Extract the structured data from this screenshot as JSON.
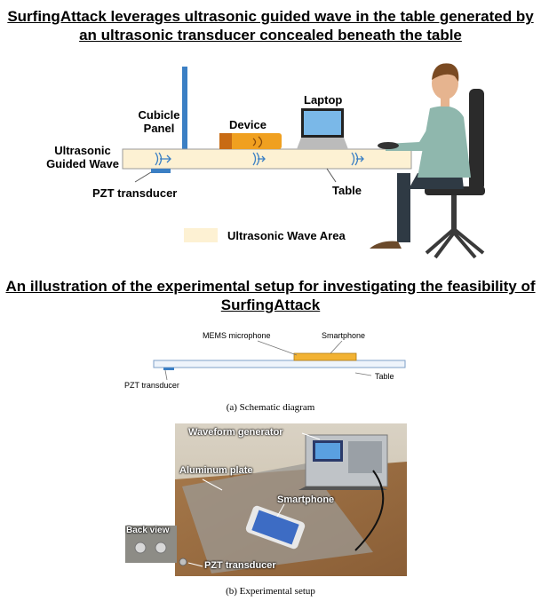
{
  "headings": {
    "top": "SurfingAttack leverages ultrasonic guided wave in the table generated by an ultrasonic transducer concealed beneath the table",
    "middle": "An illustration of the experimental setup for investigating the feasibility of SurfingAttack"
  },
  "top_diagram": {
    "cubicle_panel": "Cubicle Panel",
    "device": "Device",
    "laptop": "Laptop",
    "guided_wave": "Ultrasonic Guided Wave",
    "pzt": "PZT transducer",
    "table": "Table",
    "legend": "Ultrasonic Wave Area"
  },
  "schematic": {
    "mems": "MEMS microphone",
    "smartphone": "Smartphone",
    "pzt": "PZT transducer",
    "table": "Table",
    "caption": "(a) Schematic diagram"
  },
  "photo": {
    "waveform": "Waveform generator",
    "aluminum": "Aluminum plate",
    "smartphone": "Smartphone",
    "back_view": "Back view",
    "pzt": "PZT transducer",
    "caption": "(b) Experimental setup"
  },
  "colors": {
    "wave_area": "#fdf1d3",
    "pzt_blue": "#3b7fc4",
    "device_orange": "#f0a020",
    "shirt": "#8fb7ad",
    "pants": "#2f3a44"
  }
}
